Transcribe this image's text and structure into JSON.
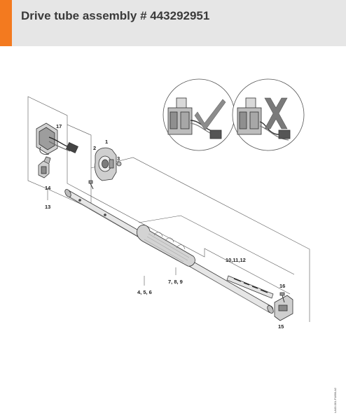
{
  "header": {
    "title": "Drive tube assembly # 443292951",
    "accent_color": "#f37a1f",
    "background_color": "#e6e6e6"
  },
  "diagram": {
    "callouts": {
      "c17": "17",
      "c1": "1",
      "c2": "2",
      "c3": "3",
      "c14": "14",
      "c13": "13",
      "c10": "10,11,12",
      "c16": "16",
      "c15": "15",
      "c789": "7, 8, 9",
      "c456": "4, 5, 6"
    },
    "inset_correct_icon": "check-mark-icon",
    "inset_incorrect_icon": "cross-mark-icon",
    "drawing_code": "LA03-001-F1890-A2"
  }
}
